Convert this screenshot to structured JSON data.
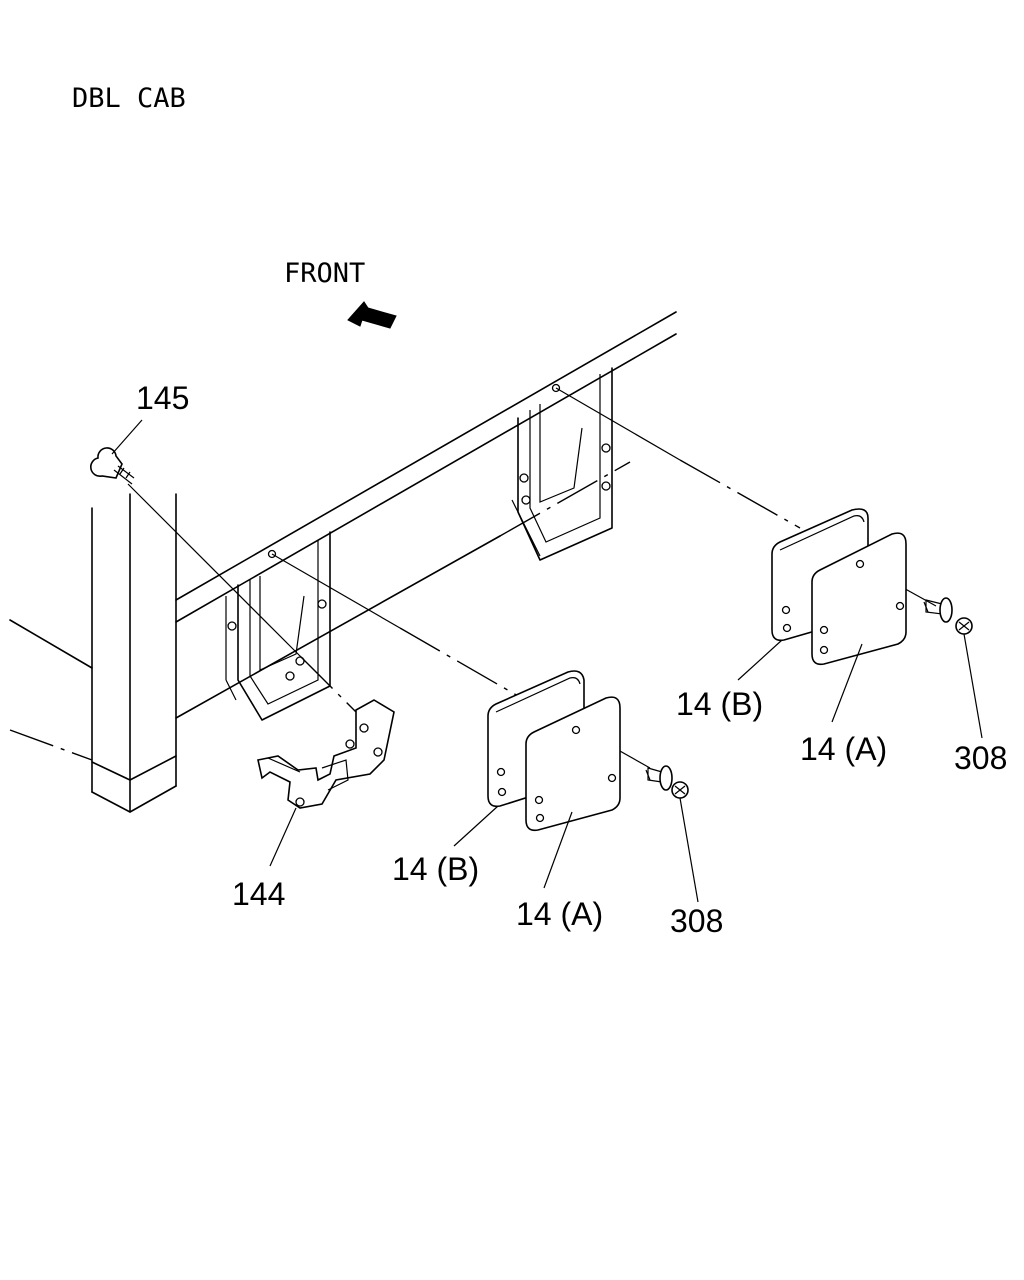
{
  "header": {
    "variant": "DBL CAB"
  },
  "direction": {
    "label": "FRONT"
  },
  "callouts": {
    "bolt_145": "145",
    "bracket_144": "144",
    "left_plate_b": "14 (B)",
    "left_plate_a": "14 (A)",
    "left_bolt_308": "308",
    "right_plate_b": "14 (B)",
    "right_plate_a": "14 (A)",
    "right_bolt_308": "308"
  }
}
